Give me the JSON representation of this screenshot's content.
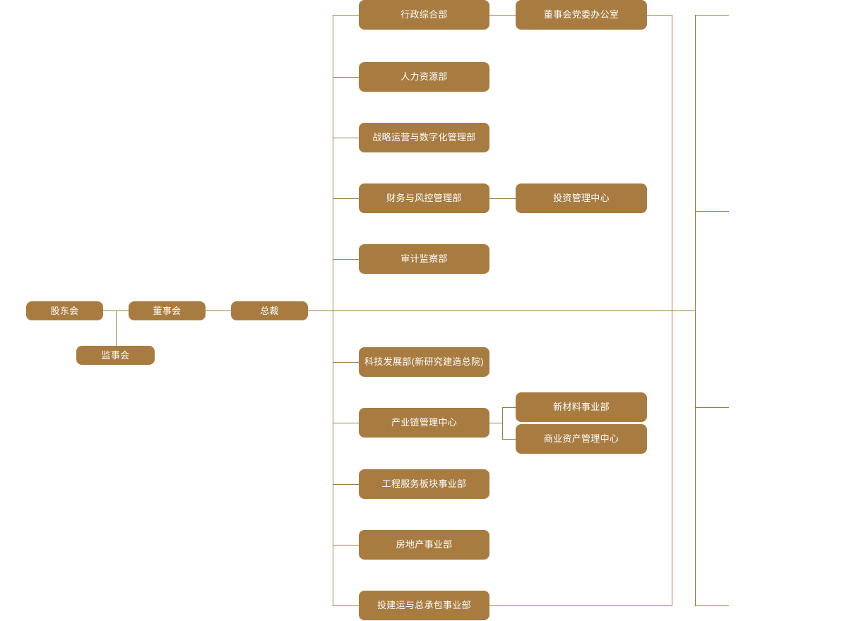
{
  "chart": {
    "type": "org-chart",
    "title": "",
    "theme": {
      "node_fill": "#a87c41",
      "node_text": "#ffffff",
      "connector": "#a07b3e",
      "background": "#ffffff"
    }
  },
  "nodes": {
    "shareholders_meeting": {
      "label": "股东会"
    },
    "board_of_directors": {
      "label": "董事会"
    },
    "supervisory_board": {
      "label": "监事会"
    },
    "president": {
      "label": "总裁"
    },
    "admin_general_dept": {
      "label": "行政综合部"
    },
    "board_party_office": {
      "label": "董事会党委办公室"
    },
    "human_resources_dept": {
      "label": "人力资源部"
    },
    "strategy_ops_digital_dept": {
      "label": "战略运营与数字化管理部"
    },
    "finance_risk_dept": {
      "label": "财务与风控管理部"
    },
    "investment_management_center": {
      "label": "投资管理中心"
    },
    "audit_supervision_dept": {
      "label": "审计监察部"
    },
    "tech_development_dept": {
      "label": "科技发展部(新研究建造总院)"
    },
    "industry_chain_center": {
      "label": "产业链管理中心"
    },
    "new_materials_division": {
      "label": "新材料事业部"
    },
    "commercial_asset_center": {
      "label": "商业资产管理中心"
    },
    "engineering_services_division": {
      "label": "工程服务板块事业部"
    },
    "real_estate_division": {
      "label": "房地产事业部"
    },
    "invest_build_operate_epc_division": {
      "label": "投建运与总承包事业部"
    }
  },
  "groups": {
    "upper_departments": [
      "行政综合部",
      "人力资源部",
      "战略运营与数字化管理部",
      "财务与风控管理部",
      "审计监察部"
    ],
    "lower_departments": [
      "科技发展部(新研究建造总院)",
      "产业链管理中心",
      "工程服务板块事业部",
      "房地产事业部",
      "投建运与总承包事业部"
    ],
    "second_level": [
      "董事会党委办公室",
      "投资管理中心",
      "新材料事业部",
      "商业资产管理中心"
    ]
  }
}
